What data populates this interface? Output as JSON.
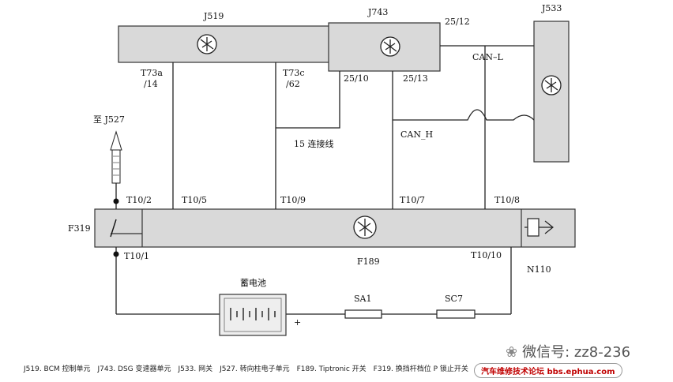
{
  "modules": {
    "j519": "J519",
    "j743": "J743",
    "j533": "J533",
    "f319": "F319",
    "f189": "F189",
    "n110": "N110",
    "to_j527": "至 J527"
  },
  "pins": {
    "t73a": "T73a",
    "t73a_num": "/14",
    "t73c": "T73c",
    "t73c_num": "/62",
    "p25_12": "25/12",
    "p25_10": "25/10",
    "p25_13": "25/13",
    "t10_2": "T10/2",
    "t10_5": "T10/5",
    "t10_9": "T10/9",
    "t10_7": "T10/7",
    "t10_8": "T10/8",
    "t10_1": "T10/1",
    "t10_10": "T10/10"
  },
  "wires": {
    "can_l": "CAN–L",
    "can_h": "CAN_H",
    "wire15": "15 连接线"
  },
  "components": {
    "battery": "蓄电池",
    "sa1": "SA1",
    "sc7": "SC7",
    "plus": "+"
  },
  "caption": "J519. BCM 控制单元　J743. DSG 变速器单元　J533. 网关　J527. 转向柱电子单元　F189. Tiptronic 开关　F319. 换挡杆档位 P 锁止开关",
  "watermark": {
    "wechat": "微信号: zz8-236",
    "forum": "汽车维修技术论坛 bbs.ephua.com"
  }
}
